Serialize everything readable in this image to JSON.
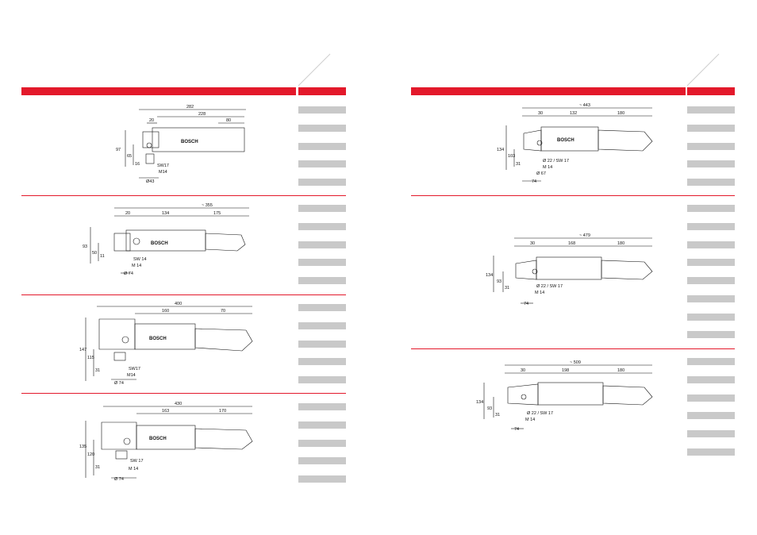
{
  "colors": {
    "accent": "#e3192b",
    "placeholder": "#c9c9c9",
    "ink": "#111111"
  },
  "brand": "BOSCH",
  "left_page": {
    "drawings": [
      {
        "dims": {
          "total": "282",
          "d1": "228",
          "d2": "20",
          "d3": "80",
          "h1": "97",
          "h2": "65",
          "h3": "16",
          "l1": "SW17",
          "l2": "M14",
          "l3": "Ø43"
        }
      },
      {
        "dims": {
          "total": "~ 355",
          "d1": "20",
          "d2": "134",
          "d3": "175",
          "h1": "93",
          "h2": "50",
          "h3": "11",
          "l1": "SW 14",
          "l2": "M 14",
          "l3": "Ø 74"
        }
      },
      {
        "dims": {
          "total": "400",
          "d1": "160",
          "d2": "70",
          "d3": "",
          "h1": "147",
          "h2": "115",
          "h3": "31",
          "l1": "SW17",
          "l2": "M14",
          "l3": "Ø 74"
        }
      },
      {
        "dims": {
          "total": "430",
          "d1": "163",
          "d2": "170",
          "d3": "",
          "h1": "135",
          "h2": "120",
          "h3": "31",
          "l1": "SW 17",
          "l2": "M 14",
          "l3": "Ø 74"
        }
      }
    ]
  },
  "right_page": {
    "drawings": [
      {
        "dims": {
          "total": "~ 443",
          "d1": "30",
          "d2": "132",
          "d3": "180",
          "h1": "134",
          "h2": "103",
          "h3": "31",
          "l1": "Ø 22 / SW 17",
          "l2": "M 14",
          "l3": "Ø 67",
          "l4": "74"
        }
      },
      {
        "dims": {
          "total": "~ 479",
          "d1": "30",
          "d2": "168",
          "d3": "180",
          "h1": "134",
          "h2": "93",
          "h3": "31",
          "l1": "Ø 22 / SW 17",
          "l2": "M 14",
          "l3": "74"
        }
      },
      {
        "dims": {
          "total": "~ 509",
          "d1": "30",
          "d2": "198",
          "d3": "180",
          "h1": "134",
          "h2": "93",
          "h3": "31",
          "l1": "Ø 22 / SW 17",
          "l2": "M 14",
          "l3": "74"
        }
      }
    ]
  }
}
